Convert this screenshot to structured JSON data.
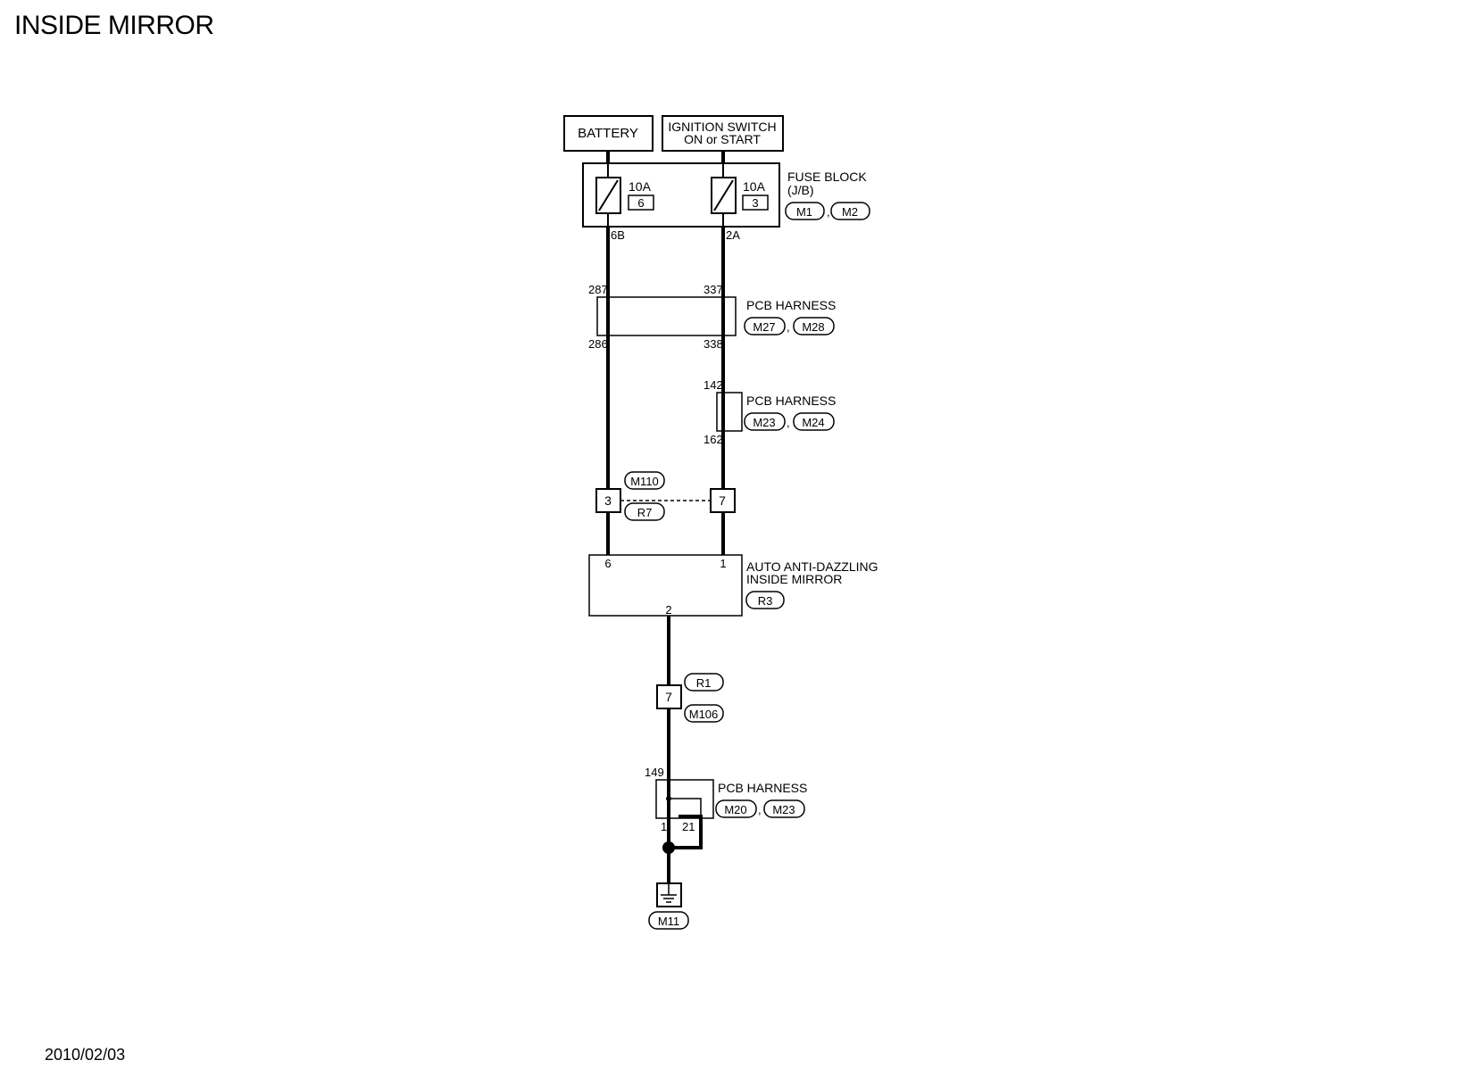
{
  "title": "INSIDE MIRROR",
  "date": "2010/02/03",
  "sources": {
    "battery": "BATTERY",
    "ignition_line1": "IGNITION SWITCH",
    "ignition_line2": "ON or START"
  },
  "fuse_block": {
    "label_line1": "FUSE BLOCK",
    "label_line2": "(J/B)",
    "connectors": [
      "M1",
      "M2"
    ],
    "fuse_left": {
      "rating": "10A",
      "number": "6",
      "terminal": "6B"
    },
    "fuse_right": {
      "rating": "10A",
      "number": "3",
      "terminal": "2A"
    }
  },
  "pcb_harness_1": {
    "label": "PCB HARNESS",
    "connectors": [
      "M27",
      "M28"
    ],
    "pins": {
      "left_top": "287",
      "right_top": "337",
      "left_bottom": "286",
      "right_bottom": "338"
    }
  },
  "pcb_harness_2": {
    "label": "PCB HARNESS",
    "connectors": [
      "M23",
      "M24"
    ],
    "pins": {
      "top": "142",
      "bottom": "162"
    }
  },
  "joint_connector": {
    "left_pin": "3",
    "right_pin": "7",
    "connector_top": "M110",
    "connector_bottom": "R7"
  },
  "mirror": {
    "label_line1": "AUTO ANTI-DAZZLING",
    "label_line2": "INSIDE MIRROR",
    "connector": "R3",
    "pins": {
      "left": "6",
      "right": "1",
      "bottom": "2"
    }
  },
  "ground_connector": {
    "pin": "7",
    "connector_top": "R1",
    "connector_bottom": "M106"
  },
  "pcb_harness_3": {
    "label": "PCB HARNESS",
    "connectors": [
      "M20",
      "M23"
    ],
    "pins": {
      "top": "149",
      "left_bottom": "1",
      "right_bottom": "21"
    }
  },
  "ground": {
    "connector": "M11"
  }
}
